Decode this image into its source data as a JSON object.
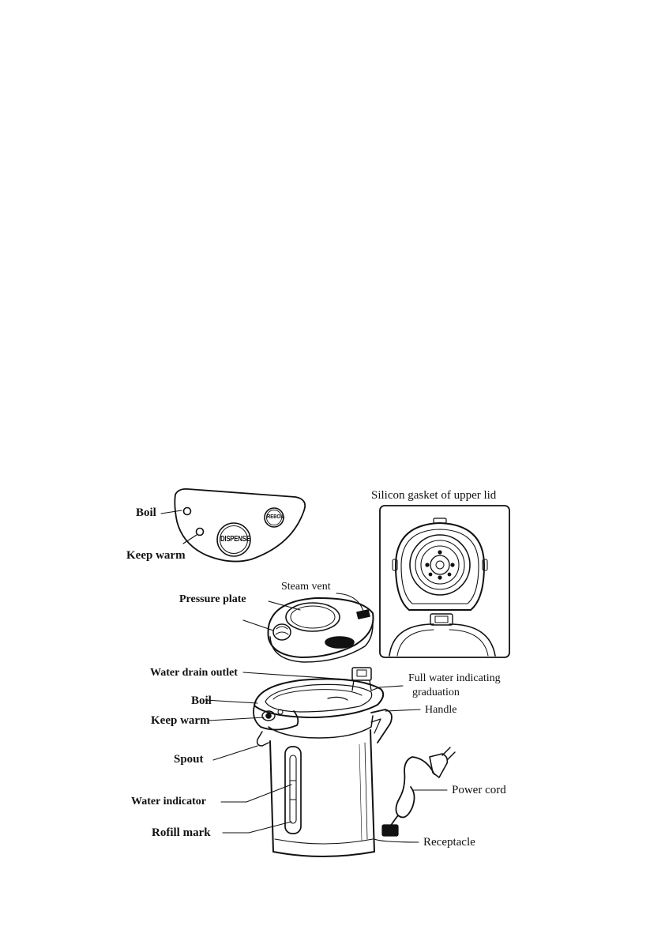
{
  "control_panel": {
    "boil": "Boil",
    "keep_warm": "Keep warm",
    "dispense": "DISPENSE",
    "reboil": "REBOIL"
  },
  "gasket": {
    "title": "Silicon gasket of upper lid"
  },
  "lid": {
    "steam_vent": "Steam vent",
    "pressure_plate": "Pressure plate"
  },
  "pot": {
    "water_drain_outlet": "Water drain outlet",
    "full_water_line1": "Full water indicating",
    "full_water_line2": "graduation",
    "boil": "Boil",
    "handle": "Handle",
    "keep_warm": "Keep warm",
    "spout": "Spout",
    "power_cord": "Power cord",
    "water_indicator": "Water indicator",
    "refill_mark": "Rofill mark",
    "receptacle": "Receptacle"
  }
}
